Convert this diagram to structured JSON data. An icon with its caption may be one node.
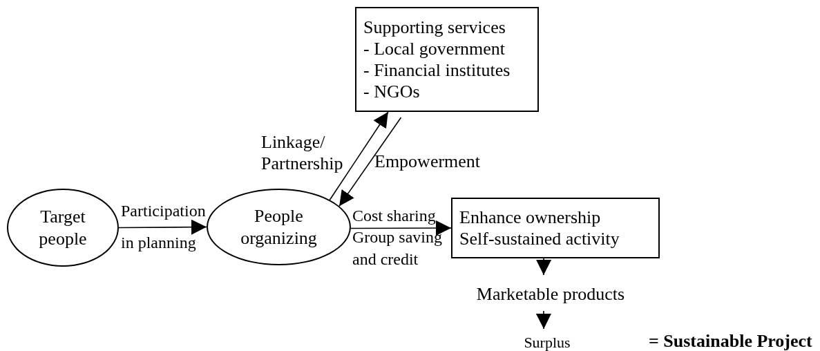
{
  "diagram": {
    "nodes": [
      {
        "text": [
          "Target people"
        ]
      },
      {
        "text": [
          "People organizing"
        ]
      },
      {
        "text": [
          "Supporting services",
          "- Local government",
          "- Financial institutes",
          "- NGOs"
        ]
      },
      {
        "text": [
          "Enhance ownership",
          "Self-sustained activity"
        ]
      },
      {
        "text": [
          "Marketable products"
        ]
      },
      {
        "text": [
          "Surplus"
        ]
      }
    ],
    "edges": [
      {
        "from": 0,
        "to": 1,
        "arrow": "to",
        "label": "Participation in planning"
      },
      {
        "from": 1,
        "to": 2,
        "arrow": "to",
        "label": "Linkage/ Partnership"
      },
      {
        "from": 2,
        "to": 1,
        "arrow": "to",
        "label": "Empowerment"
      },
      {
        "from": 1,
        "to": 3,
        "arrow": "to",
        "label": "Cost sharing"
      },
      {
        "from": 3,
        "to": 4,
        "arrow": "to"
      },
      {
        "from": 4,
        "to": 5,
        "arrow": "to"
      }
    ],
    "labels": [
      "Group saving and credit",
      "= Sustainable Project"
    ]
  }
}
